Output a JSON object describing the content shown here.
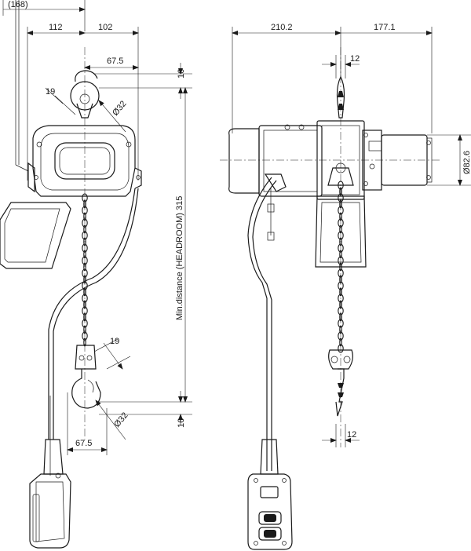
{
  "dimensions": {
    "top_overall": "(168)",
    "left_width": "112",
    "right_width": "102",
    "hook_offset_top": "67.5",
    "hook_offset_bottom": "67.5",
    "hook_width_top": "19",
    "hook_width_bottom": "19",
    "hook_dia_top": "Ø32",
    "hook_dia_bottom": "Ø32",
    "top_gap": "16",
    "bottom_gap": "16",
    "headroom": "Min.distance (HEADROOM) 315",
    "side_left_width": "210.2",
    "side_right_width": "177.1",
    "side_top_hook": "12",
    "side_bottom_hook": "12",
    "motor_diameter": "Ø82.6"
  },
  "colors": {
    "line": "#1a1a1a",
    "background": "#ffffff"
  }
}
